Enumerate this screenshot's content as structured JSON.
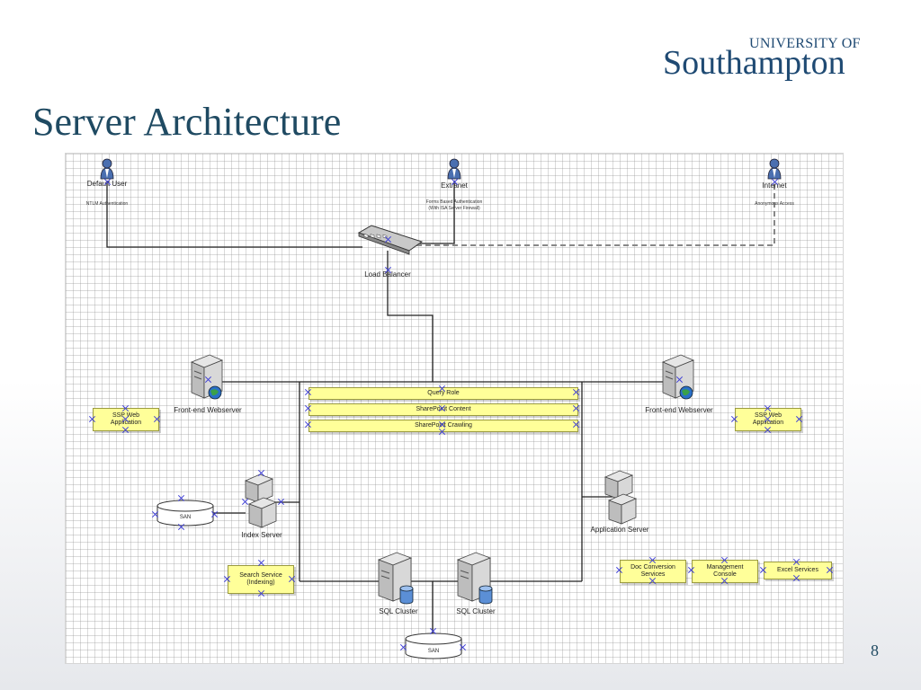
{
  "logo": {
    "line1": "UNIVERSITY OF",
    "line2": "Southampton"
  },
  "slide": {
    "title": "Server Architecture",
    "page_number": "8"
  },
  "diagram": {
    "users": [
      {
        "name": "Default User",
        "auth": "NTLM Authentication"
      },
      {
        "name": "Extranet",
        "auth_line1": "Forms Based Authentication",
        "auth_line2": "(With ISA Server Firewall)"
      },
      {
        "name": "Internet",
        "auth": "Anonymous Access"
      }
    ],
    "load_balancer": "Load Balancer",
    "frontend_left": "Front-end Webserver",
    "frontend_right": "Front-end Webserver",
    "roles": [
      "Query Role",
      "SharePoint Content",
      "SharePoint Crawling"
    ],
    "ssp_left": {
      "line1": "SSP Web",
      "line2": "Application"
    },
    "ssp_right": {
      "line1": "SSP Web",
      "line2": "Application"
    },
    "index_server": "Index Server",
    "application_server": "Application Server",
    "san_top": "SAN",
    "san_bottom": "SAN",
    "search_service": {
      "line1": "Search Service",
      "line2": "(Indexing)"
    },
    "sql_left": "SQL Cluster",
    "sql_right": "SQL Cluster",
    "services": [
      {
        "line1": "Doc Conversion",
        "line2": "Services"
      },
      {
        "line1": "Management",
        "line2": "Console"
      },
      {
        "line1": "Excel Services",
        "line2": ""
      }
    ]
  }
}
